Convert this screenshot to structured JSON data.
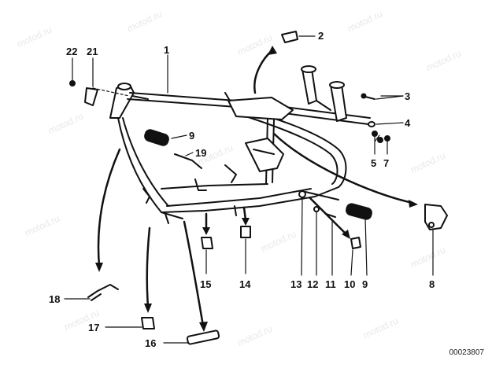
{
  "diagram": {
    "reference_code": "00023807",
    "watermark_text": "motod.ru",
    "callouts": {
      "c1": "1",
      "c2": "2",
      "c3": "3",
      "c4": "4",
      "c5": "5",
      "c7": "7",
      "c8": "8",
      "c9a": "9",
      "c9b": "9",
      "c10": "10",
      "c11": "11",
      "c12": "12",
      "c13": "13",
      "c14": "14",
      "c15": "15",
      "c16": "16",
      "c17": "17",
      "c18": "18",
      "c19": "19",
      "c21": "21",
      "c22": "22"
    }
  }
}
